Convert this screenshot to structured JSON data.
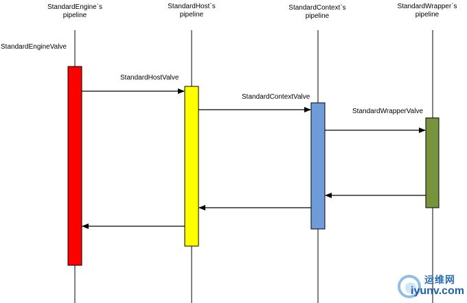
{
  "pipelines": [
    {
      "id": "engine",
      "header_line1": "StandardEngine`s",
      "header_line2": "pipeline",
      "valve": "StandardEngineValve",
      "color": "#ff0000"
    },
    {
      "id": "host",
      "header_line1": "StandardHost`s",
      "header_line2": "pipeline",
      "valve": "StandardHostValve",
      "color": "#ffff00"
    },
    {
      "id": "context",
      "header_line1": "StandardContext`s",
      "header_line2": "pipeline",
      "valve": "StandardContextValve",
      "color": "#6f9bd6"
    },
    {
      "id": "wrapper",
      "header_line1": "StandardWrapper`s",
      "header_line2": "pipeline",
      "valve": "StandardWrapperValve",
      "color": "#77933c"
    }
  ],
  "watermark": {
    "cn": "运维网",
    "en": "iyunv.com"
  }
}
